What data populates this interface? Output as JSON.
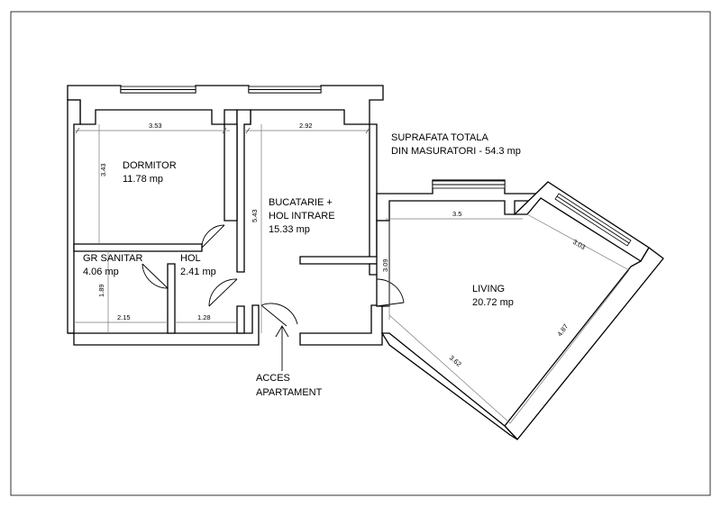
{
  "total_area": {
    "line1": "SUPRAFATA TOTALA",
    "line2": "DIN MASURATORI - 54.3 mp"
  },
  "rooms": {
    "dormitor": {
      "name": "DORMITOR",
      "area": "11.78 mp"
    },
    "bucatarie": {
      "name_line1": "BUCATARIE +",
      "name_line2": "HOL INTRARE",
      "area": "15.33 mp"
    },
    "gr_sanitar": {
      "name": "GR SANITAR",
      "area": "4.06 mp"
    },
    "hol": {
      "name": "HOL",
      "area": "2.41 mp"
    },
    "living": {
      "name": "LIVING",
      "area": "20.72 mp"
    }
  },
  "dimensions": {
    "dormitor_width": "3.53",
    "dormitor_height": "3.43",
    "bucatarie_width": "2.92",
    "bucatarie_height": "5.43",
    "living_top": "3.5",
    "living_diag_top": "3.03",
    "living_left": "3.09",
    "living_right": "4.87",
    "living_bottom": "3.62",
    "gr_sanitar_height": "1.89",
    "gr_sanitar_width": "2.15",
    "hol_width": "1.28"
  },
  "access": {
    "line1": "ACCES",
    "line2": "APARTAMENT"
  }
}
